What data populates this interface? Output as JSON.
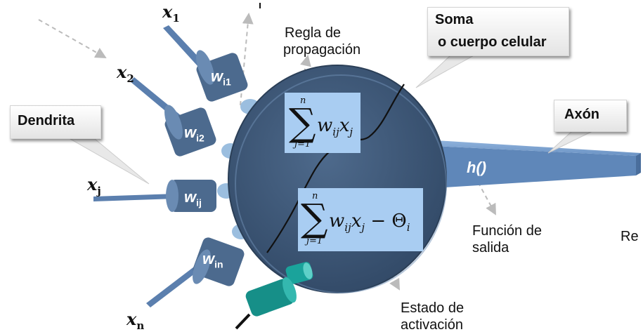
{
  "callouts": {
    "soma_line1": "Soma",
    "soma_line2": "o cuerpo celular",
    "dendrita": "Dendrita",
    "axon": "Axón"
  },
  "labels": {
    "regla_line1": "Regla de",
    "regla_line2": "propagación",
    "funcion_line1": "Función de",
    "funcion_line2": "salida",
    "estado_line1": "Estado de",
    "estado_line2": "activación",
    "re": "Re",
    "h": "h()"
  },
  "inputs": [
    {
      "var": "x",
      "sub": "1"
    },
    {
      "var": "x",
      "sub": "2"
    },
    {
      "var": "x",
      "sub": "j"
    },
    {
      "var": "x",
      "sub": "n"
    }
  ],
  "weights": [
    {
      "var": "w",
      "sub": "i1"
    },
    {
      "var": "w",
      "sub": "i2"
    },
    {
      "var": "w",
      "sub": "ij"
    },
    {
      "var": "w",
      "sub": "in"
    }
  ],
  "formula1": {
    "upper": "n",
    "lower": "j=1",
    "term_w": "w",
    "term_w_sub": "ij",
    "term_x": "x",
    "term_x_sub": "j"
  },
  "formula2": {
    "upper": "n",
    "lower": "j=1",
    "term_w": "w",
    "term_w_sub": "ij",
    "term_x": "x",
    "term_x_sub": "j",
    "minus_theta": "− Θ",
    "theta_sub": "i"
  },
  "colors": {
    "soma": "#3b5573",
    "soma_edge": "#2b3f57",
    "axon": "#6b93c4",
    "dendrite": "#5b7fae",
    "synapse_bump": "#9bbedf",
    "cylinder": "#4c6a8e",
    "formula_bg": "#a9cdf2",
    "teal": "#1aa39b"
  }
}
